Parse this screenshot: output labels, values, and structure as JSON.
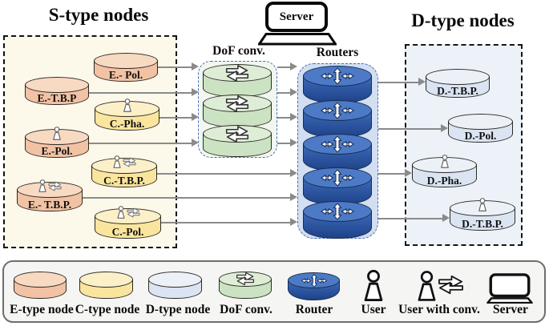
{
  "titles": {
    "s_group": "S-type nodes",
    "d_group": "D-type nodes"
  },
  "server": {
    "label": "Server"
  },
  "columns": {
    "dof_label": "DoF conv.",
    "routers_label": "Routers"
  },
  "s_nodes": [
    {
      "label": "E.- Pol.",
      "type": "E-type",
      "icon": "none"
    },
    {
      "label": "E.-T.B.P",
      "type": "E-type",
      "icon": "none"
    },
    {
      "label": "C.-Pha.",
      "type": "C-type",
      "icon": "user"
    },
    {
      "label": "E.-Pol.",
      "type": "E-type",
      "icon": "user"
    },
    {
      "label": "C.-T.B.P.",
      "type": "C-type",
      "icon": "user-with-conv"
    },
    {
      "label": "E.- T.B.P.",
      "type": "E-type",
      "icon": "user-with-conv"
    },
    {
      "label": "C.-Pol.",
      "type": "C-type",
      "icon": "user-with-conv"
    }
  ],
  "d_nodes": [
    {
      "label": "D.-T.B.P.",
      "icon": "none"
    },
    {
      "label": "D.-Pol.",
      "icon": "none"
    },
    {
      "label": "D.-Pha.",
      "icon": "user"
    },
    {
      "label": "D.-T.B.P.",
      "icon": "user"
    }
  ],
  "dof_units": 3,
  "router_units": 5,
  "connections": {
    "s_to_dof_conv": [
      "E.- Pol.",
      "E.-T.B.P",
      "C.-Pha.",
      "E.-Pol."
    ],
    "dof_conv_to_routers": 4,
    "s_direct_to_routers": [
      "C.-T.B.P.",
      "E.- T.B.P.",
      "C.-Pol."
    ],
    "routers_to_d": [
      "D.-T.B.P.",
      "D.-Pol.",
      "D.-Pha.",
      "D.-T.B.P."
    ]
  },
  "legend": {
    "items": [
      {
        "label": "E-type node",
        "icon": "e-type-cylinder"
      },
      {
        "label": "C-type node",
        "icon": "c-type-cylinder"
      },
      {
        "label": "D-type node",
        "icon": "d-type-cylinder"
      },
      {
        "label": "DoF conv.",
        "icon": "dof-conv-cylinder"
      },
      {
        "label": "Router",
        "icon": "router-cylinder"
      },
      {
        "label": "User",
        "icon": "user"
      },
      {
        "label": "User with conv.",
        "icon": "user-with-conv"
      },
      {
        "label": "Server",
        "icon": "server-laptop"
      }
    ]
  },
  "colors": {
    "e_node_side": "#F1C2A4",
    "e_node_top": "#F8D9C2",
    "c_node_side": "#FAE59E",
    "c_node_top": "#FCF0C8",
    "d_node_side": "#DAE4F2",
    "d_node_top": "#ECF1F8",
    "dof_side": "#CBE3C2",
    "dof_top": "#DDEDD6",
    "router_top": "#4C7AC6",
    "router_side_light": "#3E6CBB",
    "router_side_dark": "#1E4289",
    "s_box_bg": "#FCF8EA",
    "d_box_bg": "#EDF2F9",
    "dof_box_bg": "#F1F7EF",
    "router_box_bg": "#D2DEF1",
    "column_box_dash": "#4A6DB8",
    "arrow": "#8A8A8A",
    "legend_bg": "#F5F5F3"
  }
}
